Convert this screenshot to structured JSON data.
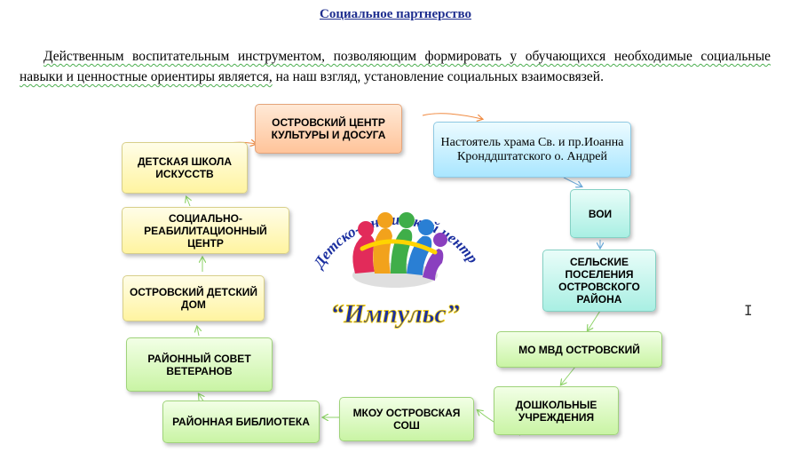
{
  "document": {
    "title": "Социальное партнерство",
    "paragraph_part1": "Действенным воспитательным инструментом, позволяющим формировать у обучающихся необходимые социальные навыки и ценностные ориентиры является,",
    "paragraph_part2": " на наш взгляд, установление социальных взаимосвязей."
  },
  "diagram": {
    "center_logo": {
      "arc_text": "Детско-юношеский центр",
      "name": "“Импульс”"
    },
    "partners": [
      "ОСТРОВСКИЙ ЦЕНТР КУЛЬТУРЫ И ДОСУГА",
      "Настоятель храма Св. и пр.Иоанна Кронддштатского о. Андрей",
      "ВОИ",
      "СЕЛЬСКИЕ ПОСЕЛЕНИЯ ОСТРОВСКОГО РАЙОНА",
      "МО МВД ОСТРОВСКИЙ",
      "ДОШКОЛЬНЫЕ УЧРЕЖДЕНИЯ",
      "МКОУ ОСТРОВСКАЯ СОШ",
      "РАЙОННАЯ БИБЛИОТЕКА",
      "РАЙОННЫЙ СОВЕТ ВЕТЕРАНОВ",
      "ОСТРОВСКИЙ ДЕТСКИЙ ДОМ",
      "СОЦИАЛЬНО-РЕАБИЛИТАЦИОННЫЙ ЦЕНТР",
      "ДЕТСКАЯ ШКОЛА ИСКУССТВ"
    ],
    "colors": {
      "title": "#1f2f8f",
      "arc_text": "#1b2fa0",
      "logo_name": "#1b2fa0",
      "arrow_orange": "#f08a40",
      "arrow_blue": "#6aa8d8",
      "arrow_green": "#8fd36a"
    }
  }
}
